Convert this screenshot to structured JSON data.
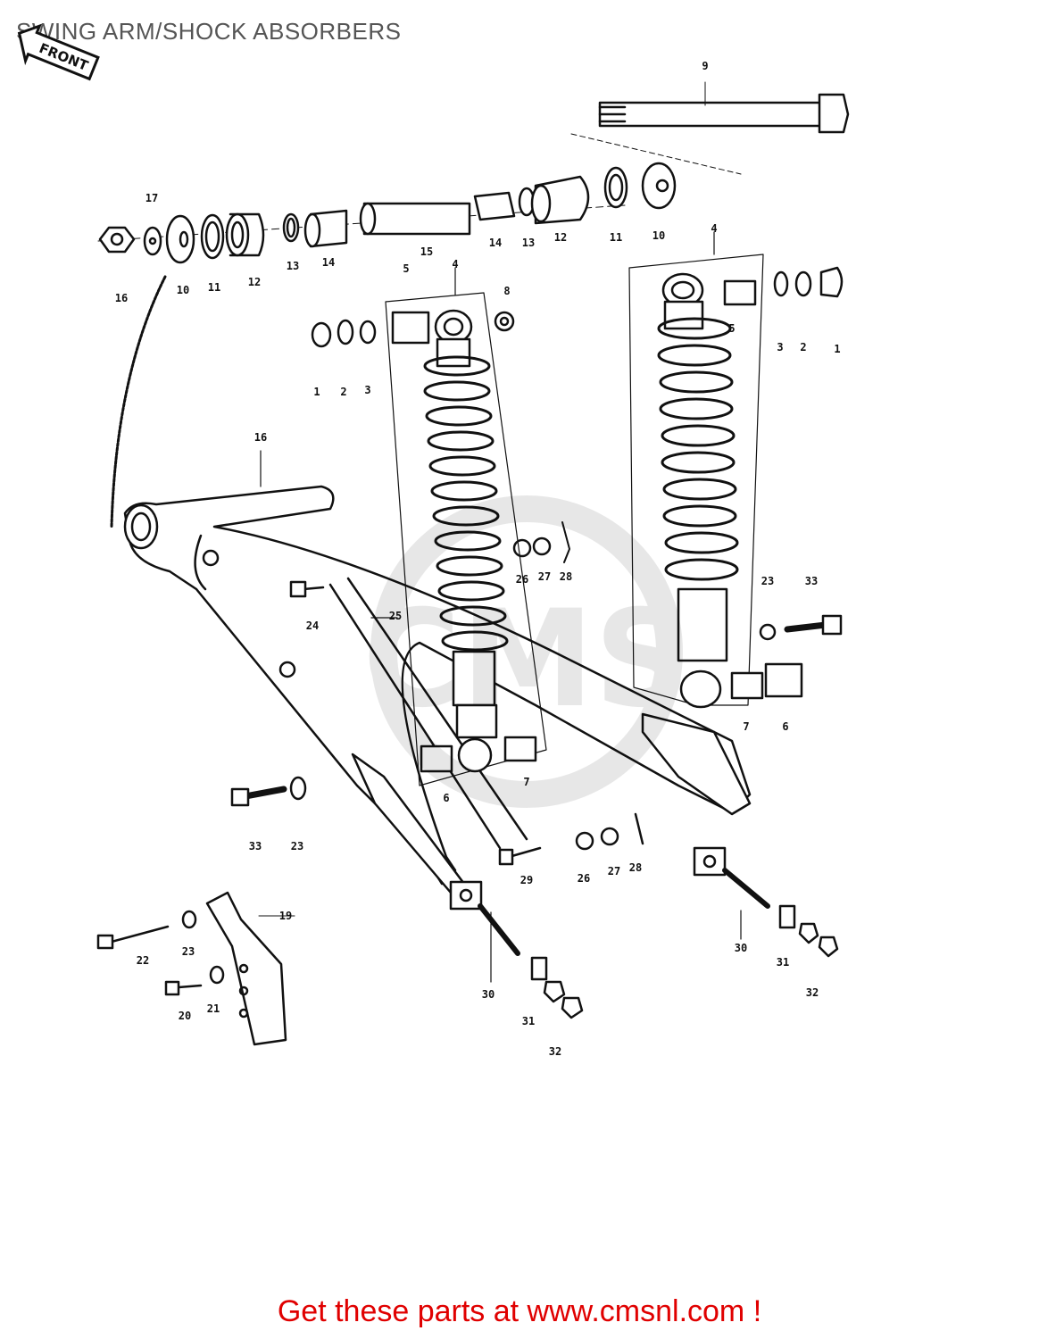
{
  "title": "SWING ARM/SHOCK ABSORBERS",
  "front_label": "FRONT",
  "footer": "Get these parts at www.cmsnl.com !",
  "watermark": "CMS",
  "callouts": [
    {
      "id": "c9",
      "label": "9"
    },
    {
      "id": "c17",
      "label": "17"
    },
    {
      "id": "c16a",
      "label": "16"
    },
    {
      "id": "c10a",
      "label": "10"
    },
    {
      "id": "c11a",
      "label": "11"
    },
    {
      "id": "c12a",
      "label": "12"
    },
    {
      "id": "c13a",
      "label": "13"
    },
    {
      "id": "c14a",
      "label": "14"
    },
    {
      "id": "c15",
      "label": "15"
    },
    {
      "id": "c14b",
      "label": "14"
    },
    {
      "id": "c13b",
      "label": "13"
    },
    {
      "id": "c12b",
      "label": "12"
    },
    {
      "id": "c11b",
      "label": "11"
    },
    {
      "id": "c10b",
      "label": "10"
    },
    {
      "id": "c4a",
      "label": "4"
    },
    {
      "id": "c5a",
      "label": "5"
    },
    {
      "id": "c8",
      "label": "8"
    },
    {
      "id": "c1a",
      "label": "1"
    },
    {
      "id": "c2a",
      "label": "2"
    },
    {
      "id": "c3a",
      "label": "3"
    },
    {
      "id": "c4b",
      "label": "4"
    },
    {
      "id": "c5b",
      "label": "5"
    },
    {
      "id": "c3b",
      "label": "3"
    },
    {
      "id": "c2b",
      "label": "2"
    },
    {
      "id": "c1b",
      "label": "1"
    },
    {
      "id": "c16b",
      "label": "16"
    },
    {
      "id": "c26a",
      "label": "26"
    },
    {
      "id": "c27a",
      "label": "27"
    },
    {
      "id": "c28a",
      "label": "28"
    },
    {
      "id": "c24",
      "label": "24"
    },
    {
      "id": "c25",
      "label": "25"
    },
    {
      "id": "c23a",
      "label": "23"
    },
    {
      "id": "c33a",
      "label": "33"
    },
    {
      "id": "c7a",
      "label": "7"
    },
    {
      "id": "c6a",
      "label": "6"
    },
    {
      "id": "c6b",
      "label": "6"
    },
    {
      "id": "c7b",
      "label": "7"
    },
    {
      "id": "c33b",
      "label": "33"
    },
    {
      "id": "c23b",
      "label": "23"
    },
    {
      "id": "c29",
      "label": "29"
    },
    {
      "id": "c26b",
      "label": "26"
    },
    {
      "id": "c27b",
      "label": "27"
    },
    {
      "id": "c28b",
      "label": "28"
    },
    {
      "id": "c19",
      "label": "19"
    },
    {
      "id": "c22",
      "label": "22"
    },
    {
      "id": "c23c",
      "label": "23"
    },
    {
      "id": "c20",
      "label": "20"
    },
    {
      "id": "c21",
      "label": "21"
    },
    {
      "id": "c30a",
      "label": "30"
    },
    {
      "id": "c31a",
      "label": "31"
    },
    {
      "id": "c32a",
      "label": "32"
    },
    {
      "id": "c30b",
      "label": "30"
    },
    {
      "id": "c31b",
      "label": "31"
    },
    {
      "id": "c32b",
      "label": "32"
    }
  ]
}
